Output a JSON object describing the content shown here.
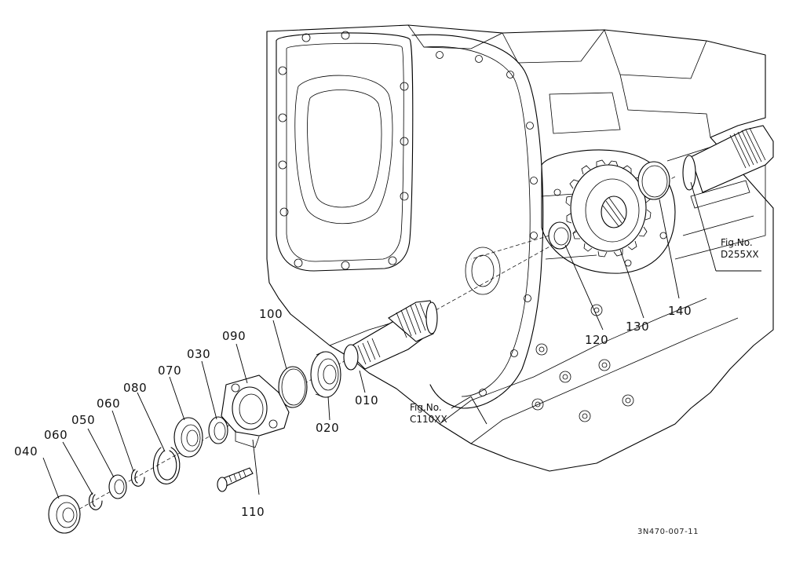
{
  "diagram": {
    "parts": [
      {
        "id": "p010",
        "label": "010"
      },
      {
        "id": "p020",
        "label": "020"
      },
      {
        "id": "p030",
        "label": "030"
      },
      {
        "id": "p040",
        "label": "040"
      },
      {
        "id": "p050",
        "label": "050"
      },
      {
        "id": "p060a",
        "label": "060"
      },
      {
        "id": "p060b",
        "label": "060"
      },
      {
        "id": "p070",
        "label": "070"
      },
      {
        "id": "p080",
        "label": "080"
      },
      {
        "id": "p090",
        "label": "090"
      },
      {
        "id": "p100",
        "label": "100"
      },
      {
        "id": "p110",
        "label": "110"
      },
      {
        "id": "p120",
        "label": "120"
      },
      {
        "id": "p130",
        "label": "130"
      },
      {
        "id": "p140",
        "label": "140"
      }
    ],
    "fig_refs": [
      {
        "id": "fig-c110",
        "line1": "Fig.No.",
        "line2": "C110XX"
      },
      {
        "id": "fig-d255",
        "line1": "Fig.No.",
        "line2": "D255XX"
      }
    ],
    "doc_id": "3N470-007-11"
  }
}
